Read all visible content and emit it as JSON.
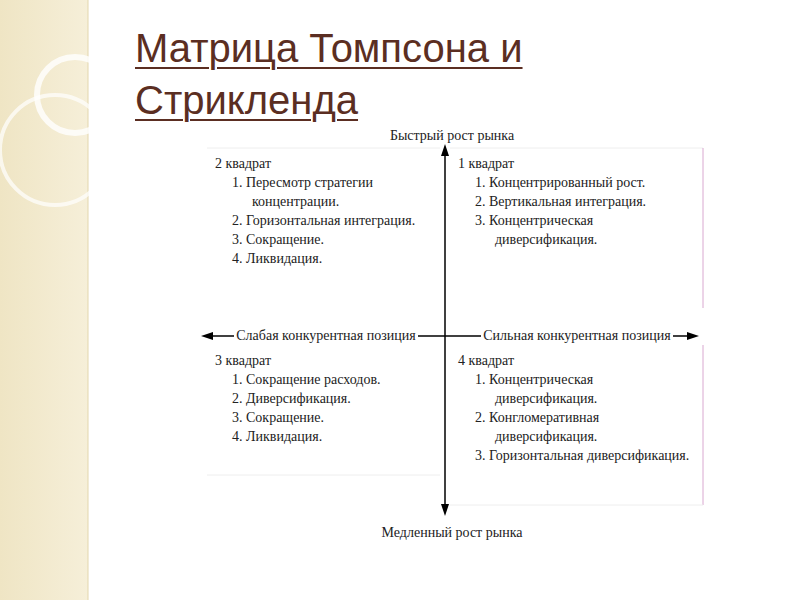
{
  "diagram": {
    "title": "Матрица Томпсона и Стрикленда",
    "nodes": [
      {
        "text": [
          "2 квадрат",
          "1. Пересмотр стратегии концентрации.",
          "2. Горизонтальная интеграция.",
          "3. Сокращение.",
          "4. Ликвидация."
        ]
      },
      {
        "text": [
          "1 квадрат",
          "1. Концентрированный рост.",
          "2. Вертикальная интеграция.",
          "3. Концентрическая диверсификация."
        ]
      },
      {
        "text": [
          "3 квадрат",
          "1. Сокращение расходов.",
          "2. Диверсификация.",
          "3. Сокращение.",
          "4. Ликвидация."
        ]
      },
      {
        "text": [
          "4 квадрат",
          "1. Концентрическая диверсификация.",
          "2. Конгломеративная диверсификация.",
          "3. Горизонтальная диверсификация."
        ]
      }
    ],
    "labels": [
      "Быстрый рост рынка",
      "Слабая конкурентная позиция",
      "Сильная конкурентная позиция",
      "Медленный рост рынка"
    ]
  }
}
